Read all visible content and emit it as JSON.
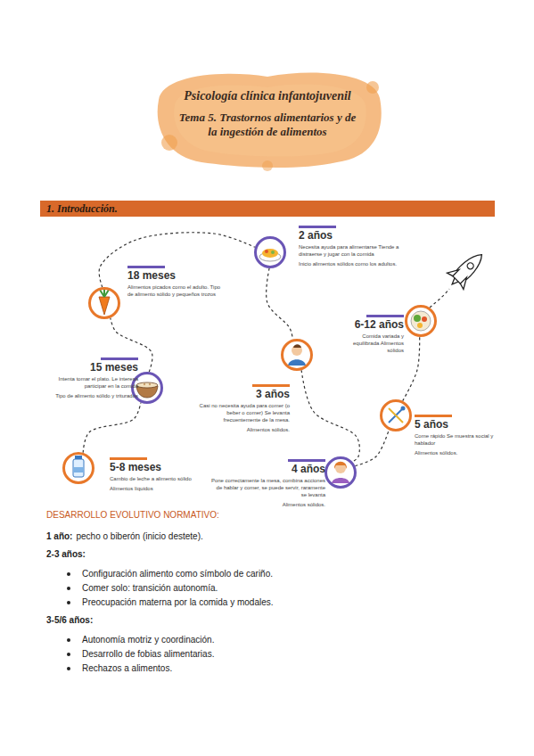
{
  "diagram": {
    "title": "Psicología clínica infantojuvenil",
    "nodes": [
      {
        "text": [
          "1. Introducción."
        ]
      },
      {
        "text": [
          "5-8 meses",
          "Cambio de leche a alimento sólido",
          "Alimentos líquidos"
        ]
      },
      {
        "text": [
          "15 meses",
          "Intenta tomar el plato. Le interesa participar en la comida",
          "Tipo de alimento sólido y triturados"
        ]
      },
      {
        "text": [
          "18 meses",
          "Alimentos picados como el adulto. Tipo de alimento sólido y pequeños trozos"
        ]
      },
      {
        "text": [
          "2 años",
          "Necesita ayuda para alimentarse Tiende a distraerse y jugar con la comida",
          "Inicio alimentos sólidos como los adultos."
        ]
      },
      {
        "text": [
          "3 años",
          "Casi no necesita ayuda para comer (o beber o comer) Se levanta frecuentemente de la mesa.",
          "Alimentos sólidos."
        ]
      },
      {
        "text": [
          "4 años",
          "Pone correctamente la mesa, combina acciones de hablar y comer, se puede servir, raramente se levanta",
          "Alimentos sólidos."
        ]
      },
      {
        "text": [
          "5 años",
          "Come rápido Se muestra social y hablador",
          "Alimentos sólidos."
        ]
      },
      {
        "text": [
          "6-12 años",
          "Comida variada y equilibrada Alimentos sólidos"
        ]
      }
    ],
    "edges": [
      {
        "from": 1,
        "to": 2,
        "arrow": "none"
      },
      {
        "from": 2,
        "to": 3,
        "arrow": "none"
      },
      {
        "from": 3,
        "to": 4,
        "arrow": "none"
      },
      {
        "from": 4,
        "to": 5,
        "arrow": "none"
      },
      {
        "from": 5,
        "to": 6,
        "arrow": "none"
      },
      {
        "from": 6,
        "to": 7,
        "arrow": "none"
      },
      {
        "from": 7,
        "to": 8,
        "arrow": "none"
      }
    ],
    "labels": [
      "Tema 5. Trastornos alimentarios y de la ingestión de alimentos",
      "DESARROLLO EVOLUTIVO NORMATIVO:",
      "1 año:",
      "pecho o biberón (inicio destete).",
      "2-3 años:",
      "Configuración alimento como símbolo de cariño.",
      "Comer solo: transición autonomía.",
      "Preocupación materna por la comida y modales.",
      "3-5/6 años:",
      "Autonomía motriz y coordinación.",
      "Desarrollo de fobias alimentarias.",
      "Rechazos a alimentos."
    ]
  }
}
